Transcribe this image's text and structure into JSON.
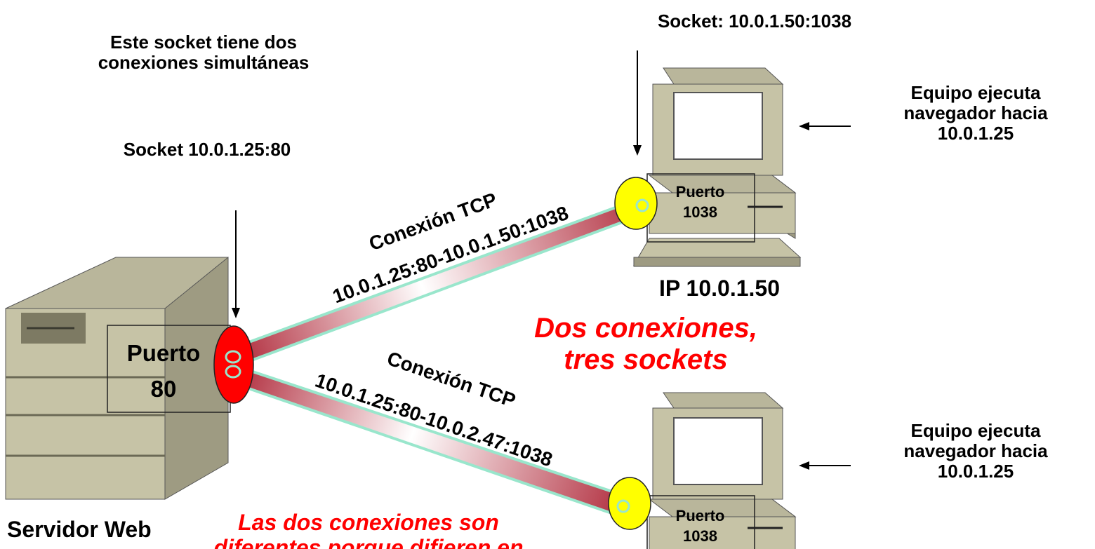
{
  "labels": {
    "socket_top": "Socket:  10.0.1.50:1038",
    "simultaneous_line1": "Este socket tiene dos",
    "simultaneous_line2": "conexiones simultáneas",
    "socket_server": "Socket  10.0.1.25:80",
    "client_top_desc_line1": "Equipo ejecuta",
    "client_top_desc_line2": "navegador hacia",
    "client_top_desc_line3": "10.0.1.25",
    "client_bottom_desc_line1": "Equipo ejecuta",
    "client_bottom_desc_line2": "navegador hacia",
    "client_bottom_desc_line3": "10.0.1.25",
    "client_top_ip": "IP 10.0.1.50",
    "server_name": "Servidor Web",
    "server_port_word": "Puerto",
    "server_port_number": "80",
    "client_top_port_word": "Puerto",
    "client_top_port_number": "1038",
    "client_bottom_port_word": "Puerto",
    "client_bottom_port_number": "1038",
    "summary_line1": "Dos conexiones,",
    "summary_line2": "tres sockets",
    "bottom_note_line1": "Las dos conexiones son",
    "bottom_note_line2": "diferentes porque difieren en"
  },
  "connections": {
    "top_title": "Conexión TCP",
    "top_pair": "10.0.1.25:80-10.0.1.50:1038",
    "bottom_title": "Conexión TCP",
    "bottom_pair": "10.0.1.25:80-10.0.2.47:1038"
  },
  "colors": {
    "tunnel_dark": "#b23040",
    "tunnel_light": "#ffffff",
    "tunnel_edge": "#99e6cc",
    "server_socket": "#ff0000",
    "client_socket": "#ffff00",
    "equipment": "#c6c3a6",
    "equipment_dark": "#8f8c74",
    "highlight_text": "#ff0000"
  }
}
